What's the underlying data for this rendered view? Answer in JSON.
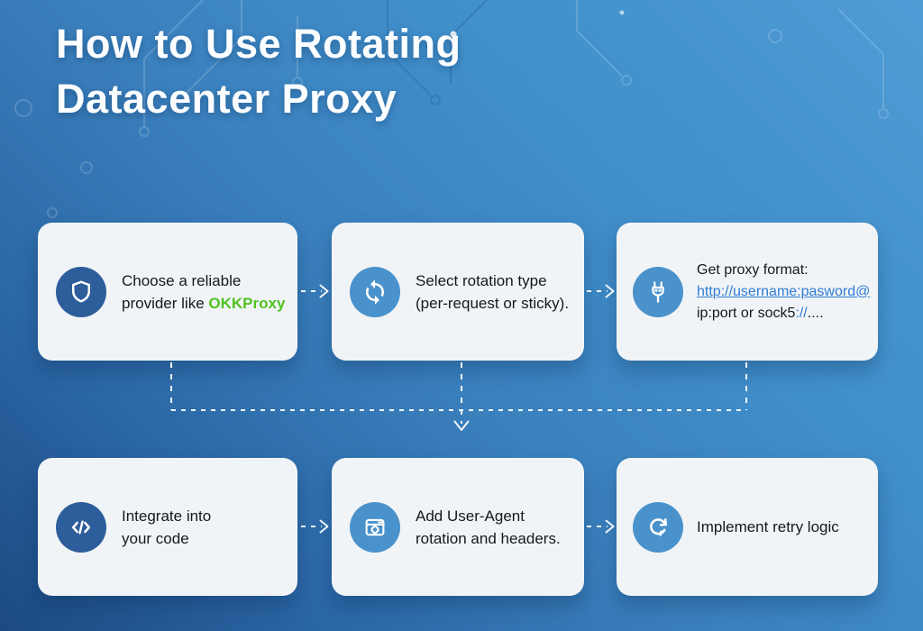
{
  "title": {
    "line1": "How to Use Rotating",
    "line2": "Datacenter Proxy"
  },
  "colors": {
    "background_top_right": "#4f9bd4",
    "background_bottom_left": "#1c4a82",
    "card_background": "#f1f4f7",
    "icon_circle_navy": "#2d5d9b",
    "icon_circle_blue": "#4a92cb",
    "accent_green": "#50c220",
    "link_blue": "#2e7cd6",
    "card_text": "#15181d",
    "connector": "#ffffff"
  },
  "cards": [
    {
      "icon": "shield-icon",
      "line1": "Choose a reliable",
      "line2_pre": "provider like ",
      "line2_highlight": "OKKProxy"
    },
    {
      "icon": "rotate-icon",
      "line1": "Select rotation type",
      "line2": "(per-request or sticky)."
    },
    {
      "icon": "plug-icon",
      "line1": "Get proxy format:",
      "line2_link": "http://username:pasword@",
      "line3_pre": "ip:port or sock5",
      "line3_sep": "://",
      "line3_post": "...."
    },
    {
      "icon": "code-icon",
      "line1": "Integrate into",
      "line2": "your code"
    },
    {
      "icon": "browser-icon",
      "line1": "Add User-Agent",
      "line2": "rotation and headers."
    },
    {
      "icon": "retry-icon",
      "line1": "Implement retry logic"
    }
  ]
}
